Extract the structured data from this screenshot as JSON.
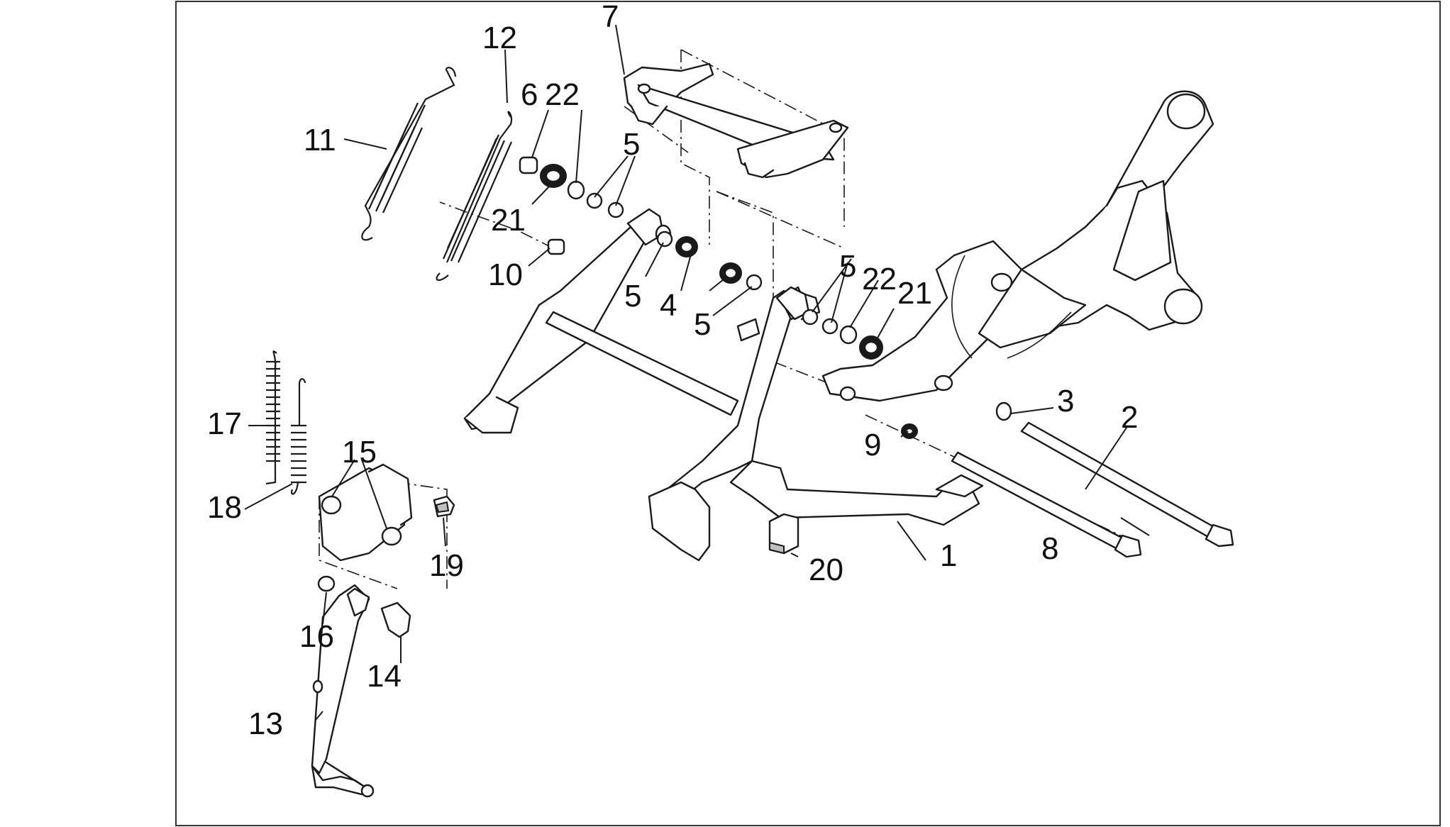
{
  "callouts": [
    {
      "id": "c1",
      "text": "1"
    },
    {
      "id": "c2",
      "text": "2"
    },
    {
      "id": "c3",
      "text": "3"
    },
    {
      "id": "c4",
      "text": "4"
    },
    {
      "id": "c5a",
      "text": "5"
    },
    {
      "id": "c5b",
      "text": "5"
    },
    {
      "id": "c5c",
      "text": "5"
    },
    {
      "id": "c5d",
      "text": "5"
    },
    {
      "id": "c6",
      "text": "6"
    },
    {
      "id": "c7",
      "text": "7"
    },
    {
      "id": "c8",
      "text": "8"
    },
    {
      "id": "c9",
      "text": "9"
    },
    {
      "id": "c10",
      "text": "10"
    },
    {
      "id": "c11",
      "text": "11"
    },
    {
      "id": "c12",
      "text": "12"
    },
    {
      "id": "c13",
      "text": "13"
    },
    {
      "id": "c14",
      "text": "14"
    },
    {
      "id": "c15",
      "text": "15"
    },
    {
      "id": "c16",
      "text": "16"
    },
    {
      "id": "c17",
      "text": "17"
    },
    {
      "id": "c18",
      "text": "18"
    },
    {
      "id": "c19",
      "text": "19"
    },
    {
      "id": "c20",
      "text": "20"
    },
    {
      "id": "c21a",
      "text": "21"
    },
    {
      "id": "c21b",
      "text": "21"
    },
    {
      "id": "c22a",
      "text": "22"
    },
    {
      "id": "c22b",
      "text": "22"
    }
  ]
}
